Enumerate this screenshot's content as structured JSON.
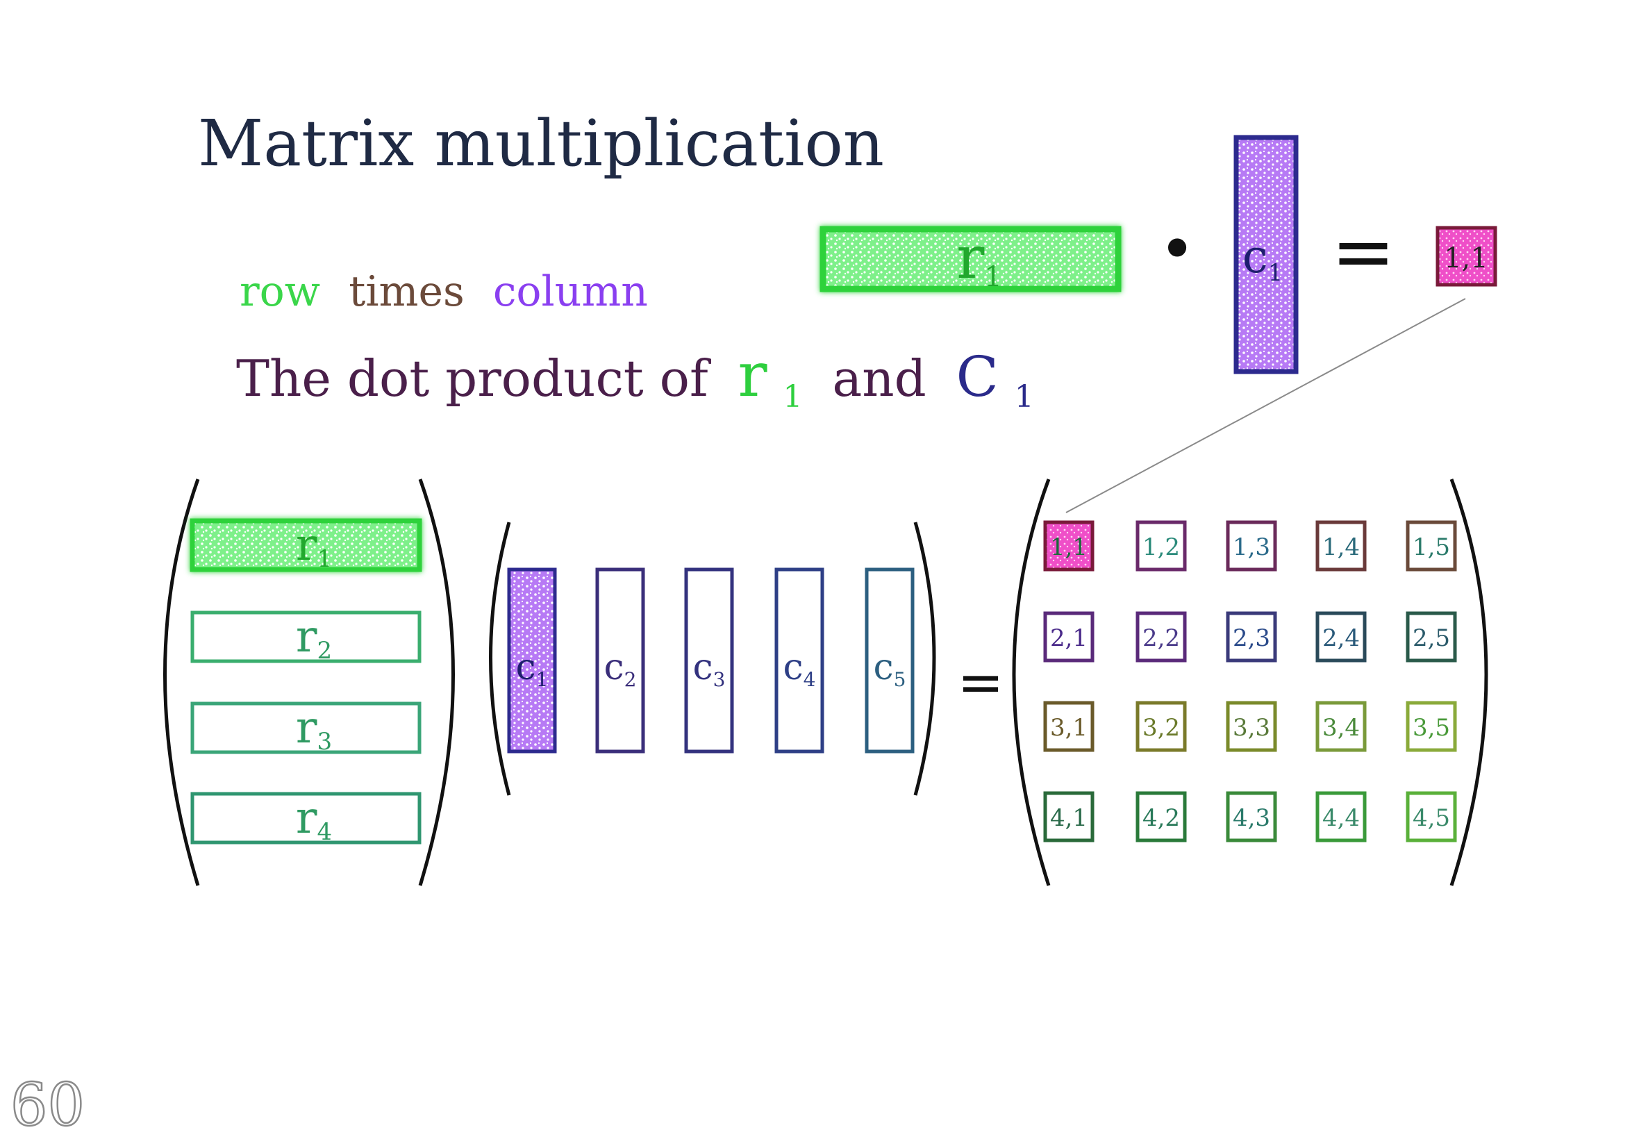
{
  "title": "Matrix multiplication",
  "caption": {
    "row": "row",
    "times": "times",
    "column": "column",
    "line2_prefix": "The dot product of",
    "line2_r": "r",
    "line2_r_sub": "1",
    "line2_and": "and",
    "line2_c": "C",
    "line2_c_sub": "1"
  },
  "colors": {
    "row_green": "#3ad64a",
    "column_purple": "#8a3ff0",
    "times_brown": "#6b4a3a",
    "text_dark": "#4a1f4a",
    "title": "#1f2a44",
    "highlight_pink": "#e84fd0",
    "ink": "#111111"
  },
  "top_equation": {
    "row_label": "r",
    "row_sub": "1",
    "dot": "•",
    "col_label": "c",
    "col_sub": "1",
    "equals": "=",
    "result_label": "1,1"
  },
  "rows": [
    {
      "label": "r",
      "sub": "1"
    },
    {
      "label": "r",
      "sub": "2"
    },
    {
      "label": "r",
      "sub": "3"
    },
    {
      "label": "r",
      "sub": "4"
    }
  ],
  "columns": [
    {
      "label": "c",
      "sub": "1"
    },
    {
      "label": "c",
      "sub": "2"
    },
    {
      "label": "c",
      "sub": "3"
    },
    {
      "label": "c",
      "sub": "4"
    },
    {
      "label": "c",
      "sub": "5"
    }
  ],
  "equals": "=",
  "result_cells": [
    [
      "1,1",
      "1,2",
      "1,3",
      "1,4",
      "1,5"
    ],
    [
      "2,1",
      "2,2",
      "2,3",
      "2,4",
      "2,5"
    ],
    [
      "3,1",
      "3,2",
      "3,3",
      "3,4",
      "3,5"
    ],
    [
      "4,1",
      "4,2",
      "4,3",
      "4,4",
      "4,5"
    ]
  ],
  "page_number": "60"
}
